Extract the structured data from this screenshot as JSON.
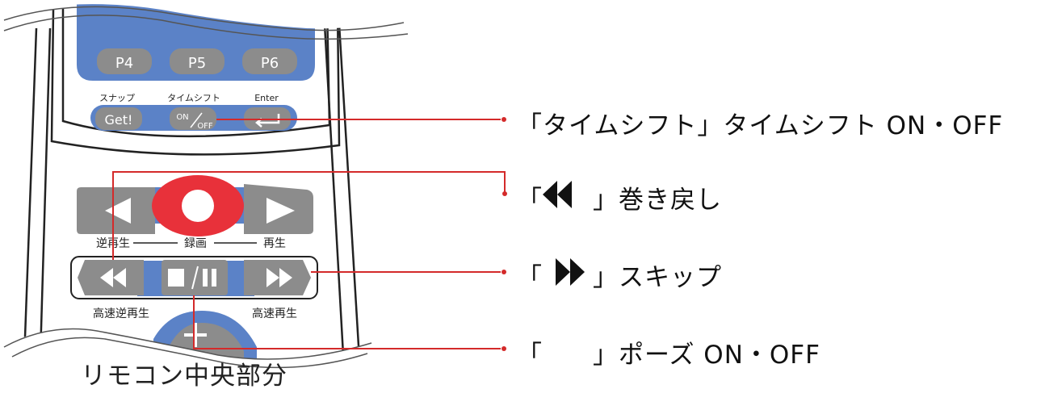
{
  "remote": {
    "preset_buttons": [
      "P4",
      "P5",
      "P6"
    ],
    "small_labels": {
      "snap": "スナップ",
      "timeshift": "タイムシフト",
      "enter": "Enter"
    },
    "get_button": "Get!",
    "on_top": "ON",
    "off_bottom": "OFF",
    "rec_labels": {
      "reverse_play": "逆再生",
      "record": "録画",
      "play": "再生"
    },
    "speed_labels": {
      "fast_reverse": "高速逆再生",
      "fast_play": "高速再生"
    }
  },
  "callouts": {
    "timeshift": {
      "open": "「",
      "text": "タイムシフト」タイムシフト ON・OFF"
    },
    "rewind": {
      "open": "「",
      "close": "」",
      "text": "巻き戻し"
    },
    "skip": {
      "open": "「",
      "close": "」",
      "text": "スキップ"
    },
    "pause": {
      "open": "「",
      "close": "」",
      "text": "ポーズ ON・OFF"
    }
  },
  "caption": "リモコン中央部分",
  "colors": {
    "panel_blue": "#5b82c7",
    "button_gray": "#8c8c8c",
    "record_red": "#e8313a",
    "callout_line": "#d42a2a",
    "body_outline": "#222222"
  }
}
